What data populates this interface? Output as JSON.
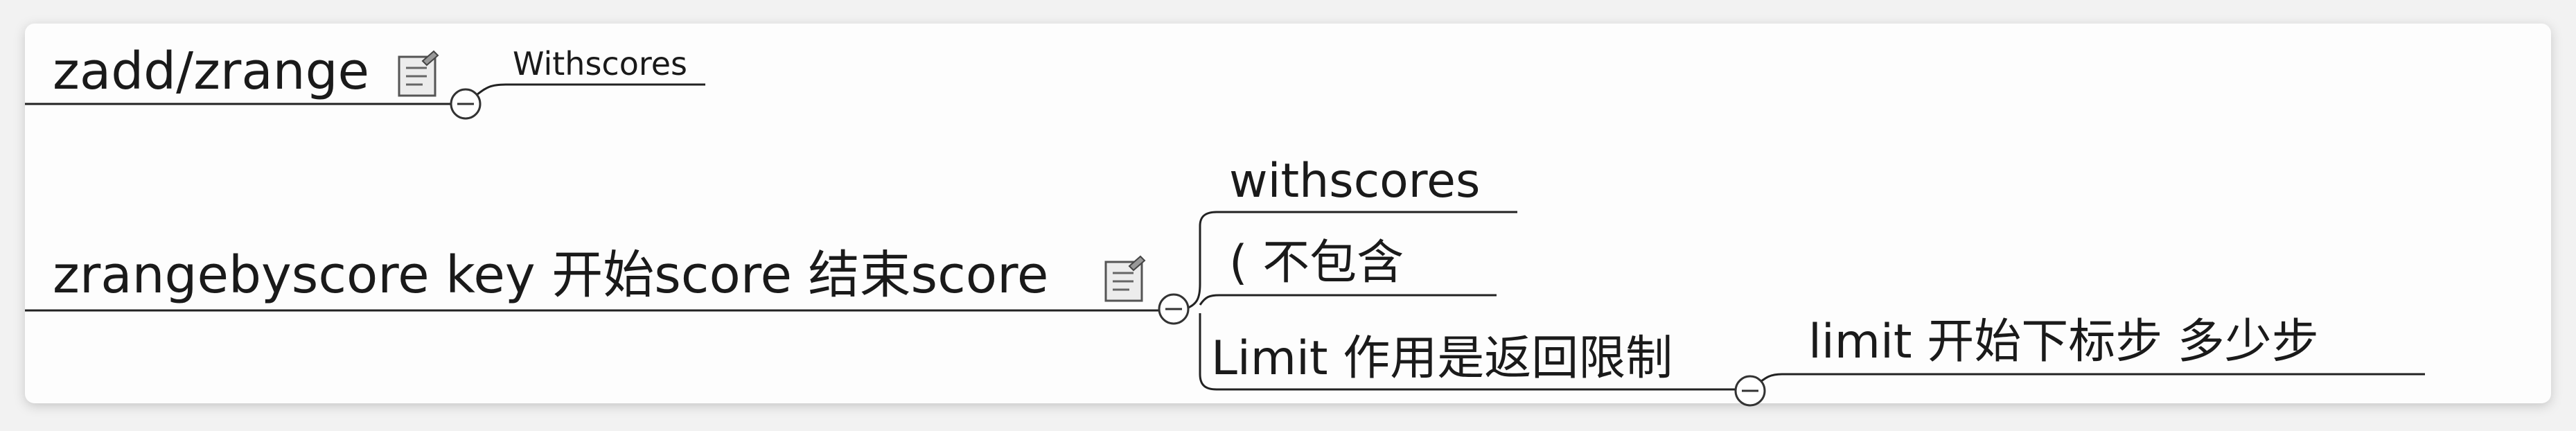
{
  "colors": {
    "canvas": "#fdfdfd",
    "page": "#f2f2f2",
    "line": "#222222",
    "text": "#1a1a1a"
  },
  "nodes": {
    "zadd_zrange": {
      "label": "zadd/zrange",
      "icon": "note-icon"
    },
    "withscores_top": {
      "label": "Withscores"
    },
    "zrangebyscore": {
      "label": "zrangebyscore key 开始score 结束score",
      "icon": "note-icon"
    },
    "withscores": {
      "label": "withscores"
    },
    "exclusive": {
      "label": "(    不包含"
    },
    "limit_note": {
      "label": "Limit 作用是返回限制"
    },
    "limit_detail": {
      "label": "limit 开始下标步 多少步"
    }
  }
}
